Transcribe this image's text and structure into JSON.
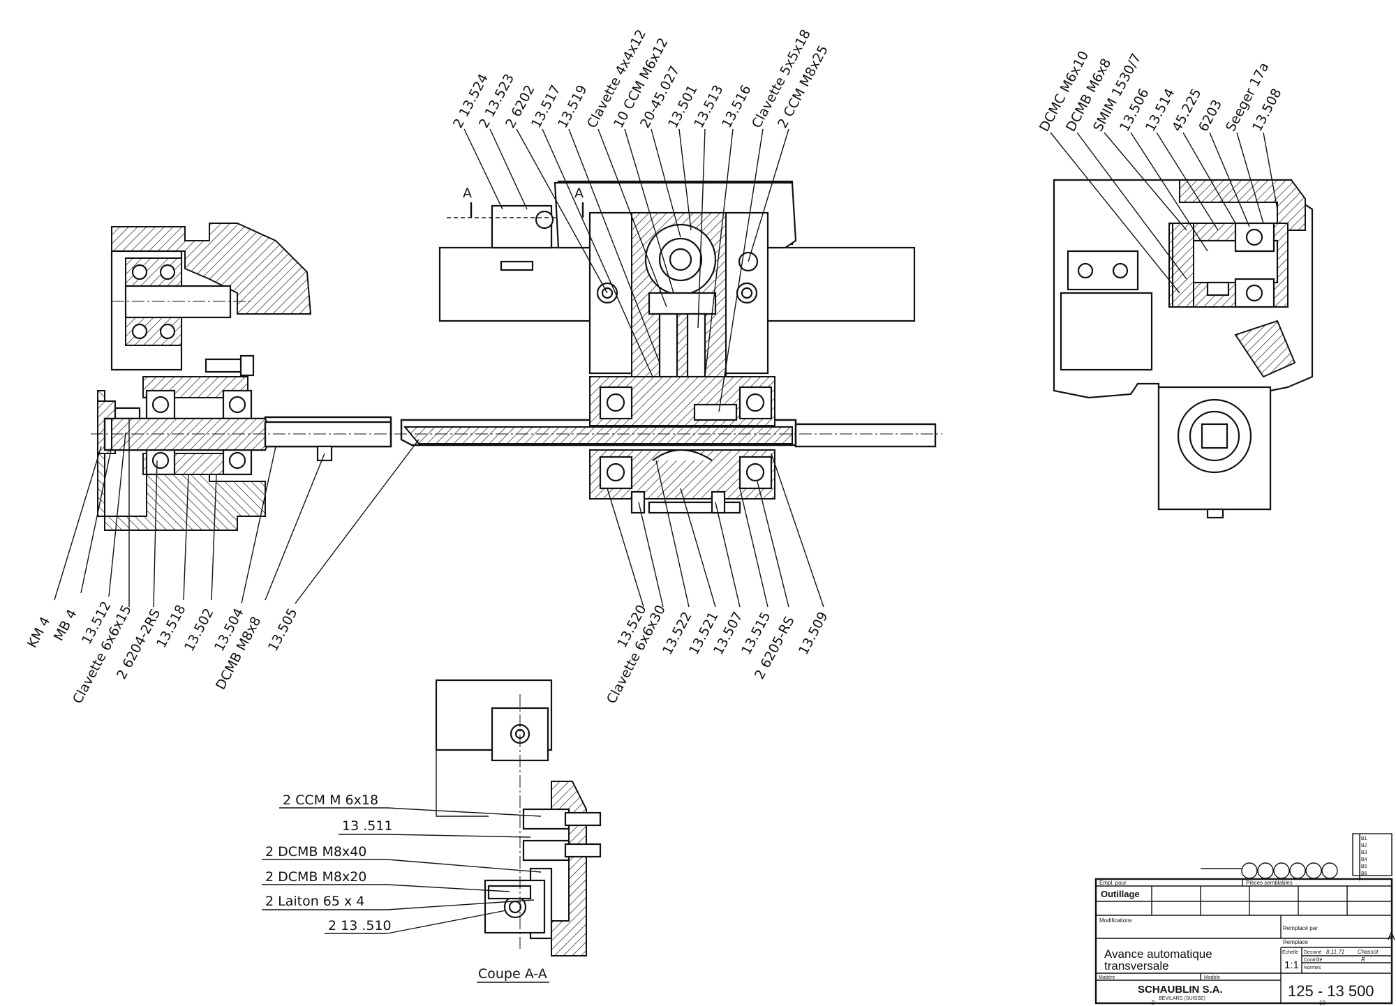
{
  "drawing": {
    "main_view": {
      "callouts_top": [
        "2 13.524",
        "2 13.523",
        "2 6202",
        "13.517",
        "13.519",
        "Clavette 4x4x12",
        "10 CCM M6x12",
        "20-45.027",
        "13.501",
        "13.513",
        "13.516",
        "Clavette 5x5x18",
        "2 CCM M8x25"
      ],
      "callouts_bottom_left": [
        "KM 4",
        "MB 4",
        "13.512",
        "Clavette 6x6x15",
        "2 6204-2RS",
        "13.518",
        "13.502",
        "13.504",
        "DCMB M8x8",
        "13.505"
      ],
      "callouts_bottom_right": [
        "13.520",
        "Clavette 6x6x30",
        "13.522",
        "13.521",
        "13.507",
        "13.515",
        "2 6205-RS",
        "13.509"
      ],
      "section_marks": [
        "A",
        "A"
      ]
    },
    "side_view": {
      "callouts": [
        "DCMC M6x10",
        "DCMB M6x8",
        "SMIM 1530/7",
        "13.506",
        "13.514",
        "45.225",
        "6203",
        "Seeger 17a",
        "13.508"
      ]
    },
    "section_view": {
      "title": "Coupe A-A",
      "callouts": [
        "2  CCM M 6x18",
        "13 .511",
        "2 DCMB  M8x40",
        "2 DCMB  M8x20",
        "2 Laiton   65 x 4",
        "2  13 .510"
      ]
    }
  },
  "title_block": {
    "empl_pour_label": "Empl. pour",
    "pieces_semblables_label": "Pièces semblables",
    "outillage": "Outillage",
    "modifications_label": "Modifications",
    "remplace_par_label": "Remplacé par",
    "remplace_label": "Remplace",
    "title_line1": "Avance   automatique",
    "title_line2": "transversale",
    "echelle_label": "Echelle",
    "scale": "1:1",
    "dessine_label": "Dessiné",
    "dessine_value": "8.11.71",
    "dessine_by": "Chassot",
    "controle_label": "Contrôlé",
    "controle_value": "R",
    "normes_label": "Normes",
    "matiere_label": "Matière",
    "modele_label": "Modèle",
    "company": "SCHAUBLIN S.A.",
    "company_location": "BÉVILARD (SUISSE)",
    "drawing_number": "125 - 13 500",
    "sheet_mark": "A",
    "rev_rows": [
      "B1",
      "B2",
      "B3",
      "B4",
      "B5",
      "B6"
    ],
    "grid_marks": [
      "9",
      "10"
    ]
  }
}
